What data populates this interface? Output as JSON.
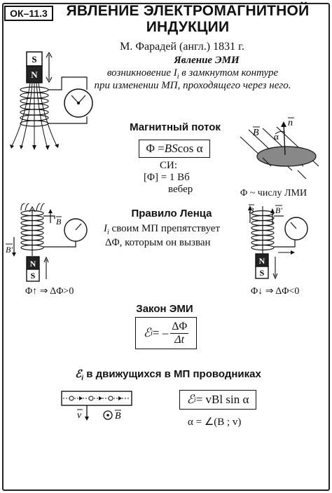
{
  "header": {
    "code": "ОК–11.3",
    "title_line1": "ЯВЛЕНИЕ ЭЛЕКТРОМАГНИТНОЙ",
    "title_line2": "ИНДУКЦИИ"
  },
  "intro": {
    "author": "М. Фарадей (англ.) 1831 г.",
    "phenomenon_title": "Явление ЭМИ",
    "line1": "возникновение I",
    "line1_sub": "i",
    "line1_rest": " в замкнутом контуре",
    "line2": "при изменении МП, проходящего через него."
  },
  "magnet_labels": {
    "south": "S",
    "north": "N"
  },
  "flux": {
    "heading": "Магнитный поток",
    "formula_lhs": "Φ = ",
    "formula_var": "BS",
    "formula_rhs": " cos α",
    "si_label": "СИ:",
    "unit_eq": "[Φ] = 1 Вб",
    "unit_name": "вебер",
    "caption": "Φ ~ числу ЛМИ",
    "vec_b": "B",
    "vec_n": "n",
    "alpha": "α"
  },
  "lenz": {
    "heading": "Правило Ленца",
    "line1_pre": "I",
    "line1_sub": "i",
    "line1": " своим МП препятствует",
    "line2": "ΔΦ, которым он вызван",
    "left_caption": "Φ↑ ⇒ ΔΦ>0",
    "right_caption": "Φ↓ ⇒ ΔΦ<0",
    "vec_b": "B",
    "vec_b_prime": "B′"
  },
  "law": {
    "heading": "Закон ЭМИ",
    "emf": "ℰ",
    "emf_sub": "i",
    "eq": " = –",
    "numerator": "ΔΦ",
    "denominator": "Δt"
  },
  "moving": {
    "heading_emf": "ℰ",
    "heading_sub": "i",
    "heading": " в движущихся в МП проводниках",
    "formula_emf": "ℰ",
    "formula_sub": "i",
    "formula_rhs": " = vBl sin α",
    "angle_def": "α = ∠(B ; v)",
    "vec_v": "v",
    "vec_b": "B"
  }
}
